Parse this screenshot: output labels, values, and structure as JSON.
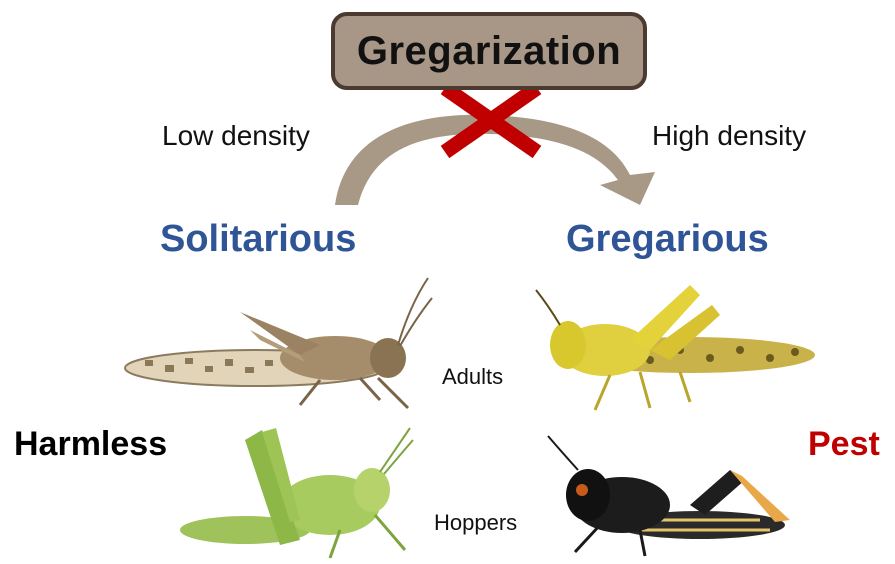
{
  "title": "Gregarization",
  "left_density": "Low density",
  "right_density": "High density",
  "left_phase": "Solitarious",
  "right_phase": "Gregarious",
  "left_verdict": "Harmless",
  "right_verdict": "Pest",
  "stage_adults": "Adults",
  "stage_hoppers": "Hoppers",
  "colors": {
    "arrow": "#a89886",
    "cross": "#c00000",
    "phase_text": "#2f5597",
    "pest": "#c00000",
    "harmless": "#000000",
    "title_fill": "#a89686",
    "title_border": "#4a3a2f"
  },
  "icons": [
    "curved-arrow-icon",
    "cross-icon",
    "locust-icon"
  ]
}
